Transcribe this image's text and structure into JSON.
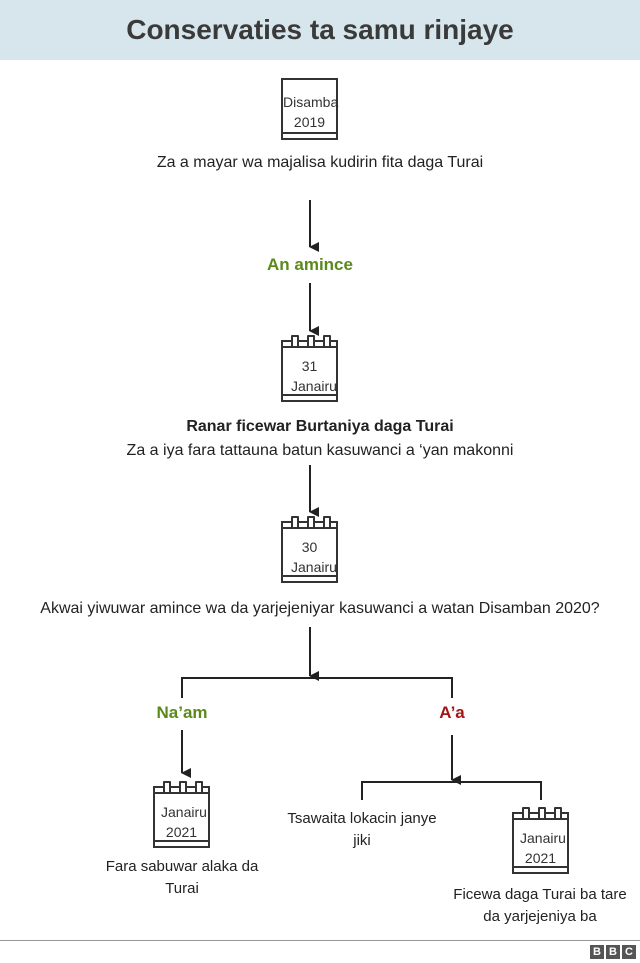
{
  "title": "Conservaties ta samu rinjaye",
  "step1": {
    "calendar": "Disamba 2019",
    "text": "Za a mayar wa majalisa kudirin fita daga Turai"
  },
  "approved_label": "An amince",
  "step2": {
    "calendar": "31 Janairu",
    "title": "Ranar ficewar Burtaniya daga Turai",
    "text": "Za a iya fara tattauna batun kasuwanci a ‘yan makonni"
  },
  "step3": {
    "calendar": "30 Janairu",
    "question": "Akwai yiwuwar amince wa da yarjejeniyar kasuwanci a watan Disamban 2020?"
  },
  "yes_branch": {
    "label": "Na’am",
    "calendar": "Janairu 2021",
    "text": "Fara sabuwar alaka da Turai"
  },
  "no_branch": {
    "label": "A’a",
    "left_text": "Tsawaita lokacin janye jiki",
    "calendar": "Janairu 2021",
    "right_text": "Ficewa daga Turai ba tare da yarjejeniya ba"
  },
  "brand": [
    "B",
    "B",
    "C"
  ],
  "colors": {
    "header_bg": "#d7e6ec",
    "yes": "#5b8a1a",
    "no": "#a31515"
  }
}
